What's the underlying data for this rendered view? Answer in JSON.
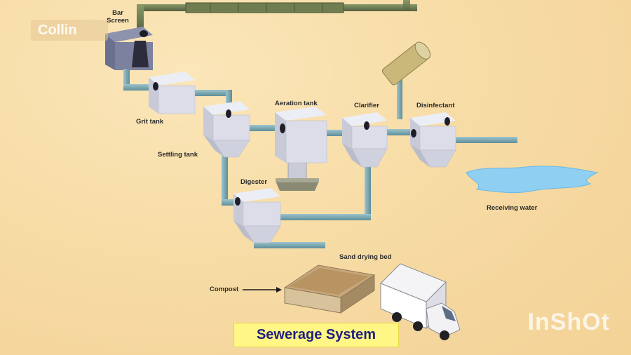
{
  "watermark_top": "Collin",
  "watermark_brand": "InShOt",
  "caption": "Sewerage System",
  "labels": {
    "bar_screen": "Bar\nScreen",
    "grit_tank": "Grit tank",
    "settling_tank": "Settling tank",
    "aeration_tank": "Aeration tank",
    "clarifier": "Clarifier",
    "disinfectant": "Disinfectant",
    "digester": "Digester",
    "receiving_water": "Receiving water",
    "sand_drying_bed": "Sand drying bed",
    "compost": "Compost"
  },
  "colors": {
    "background": "#f7dca6",
    "pipe": "#6f9ea8",
    "tank": "#dcdde8",
    "water": "#8fd0f2",
    "caption_bg": "#fff685",
    "caption_text": "#1e1e80"
  }
}
